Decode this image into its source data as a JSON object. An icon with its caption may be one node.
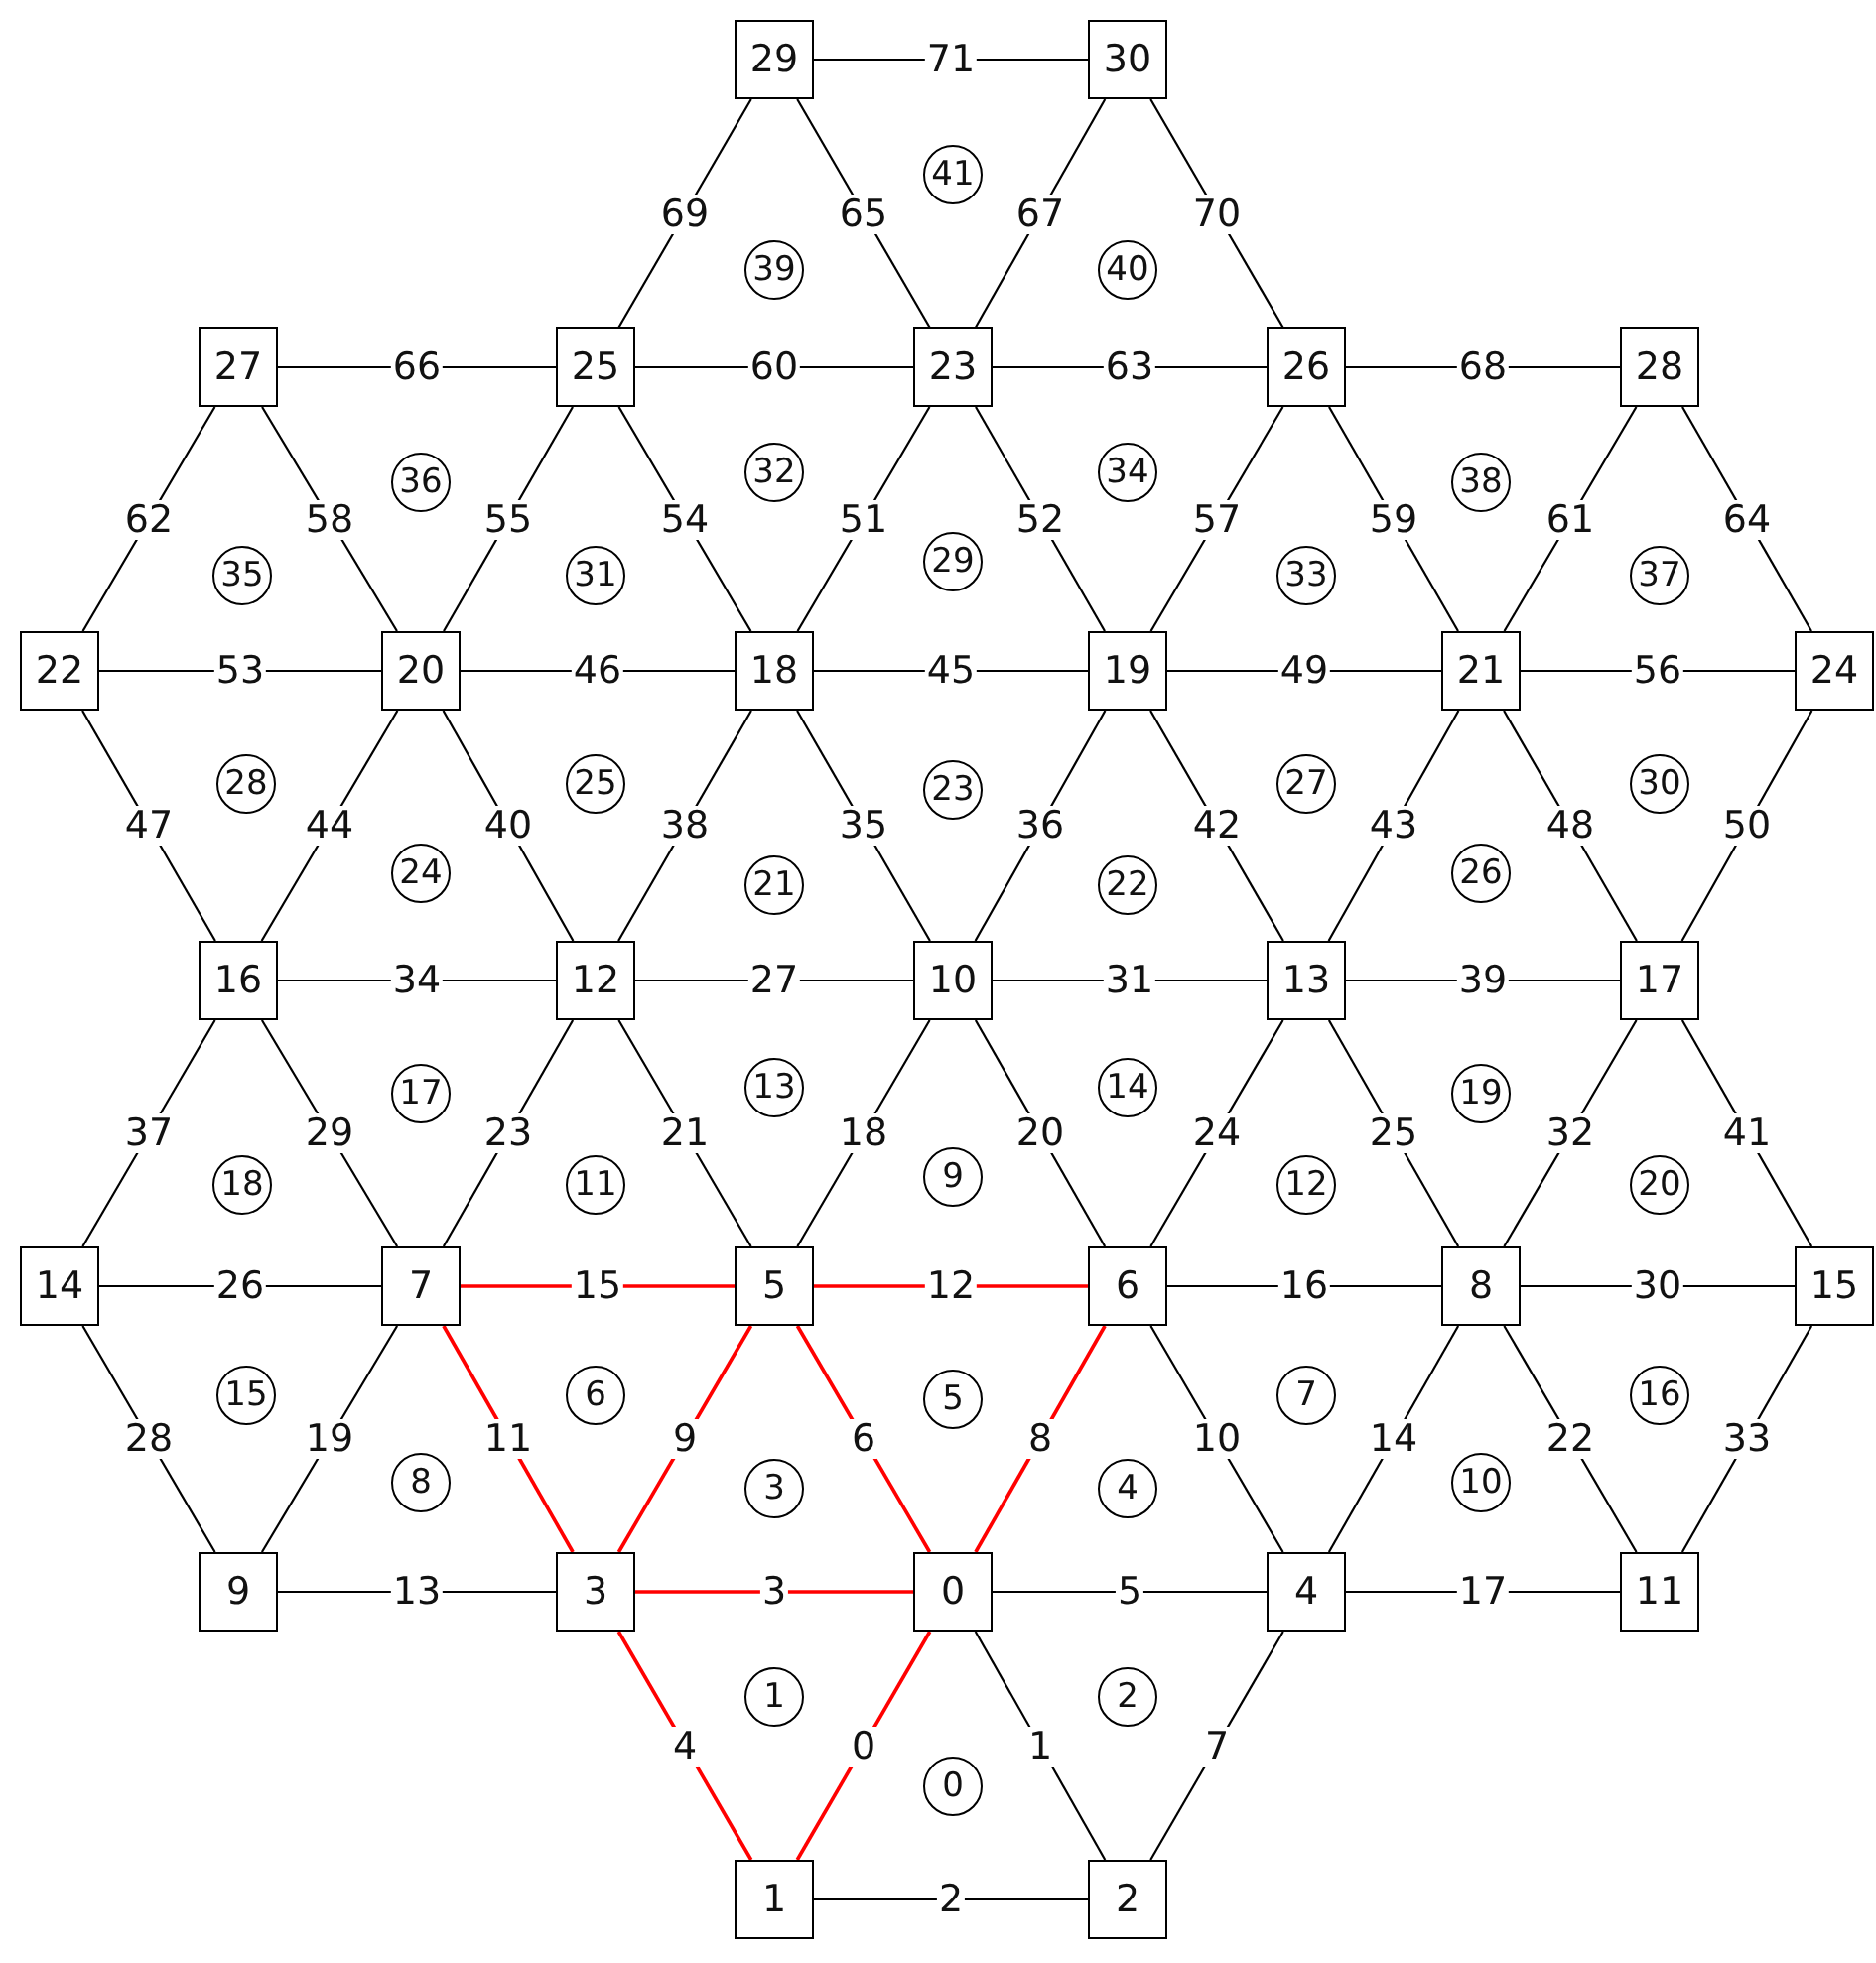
{
  "diagram": {
    "nodes": [
      {
        "text": [
          "0"
        ]
      },
      {
        "text": [
          "1"
        ]
      },
      {
        "text": [
          "2"
        ]
      },
      {
        "text": [
          "3"
        ]
      },
      {
        "text": [
          "4"
        ]
      },
      {
        "text": [
          "5"
        ]
      },
      {
        "text": [
          "6"
        ]
      },
      {
        "text": [
          "7"
        ]
      },
      {
        "text": [
          "8"
        ]
      },
      {
        "text": [
          "9"
        ]
      },
      {
        "text": [
          "10"
        ]
      },
      {
        "text": [
          "11"
        ]
      },
      {
        "text": [
          "12"
        ]
      },
      {
        "text": [
          "13"
        ]
      },
      {
        "text": [
          "14"
        ]
      },
      {
        "text": [
          "15"
        ]
      },
      {
        "text": [
          "16"
        ]
      },
      {
        "text": [
          "17"
        ]
      },
      {
        "text": [
          "18"
        ]
      },
      {
        "text": [
          "19"
        ]
      },
      {
        "text": [
          "20"
        ]
      },
      {
        "text": [
          "21"
        ]
      },
      {
        "text": [
          "22"
        ]
      },
      {
        "text": [
          "23"
        ]
      },
      {
        "text": [
          "24"
        ]
      },
      {
        "text": [
          "25"
        ]
      },
      {
        "text": [
          "26"
        ]
      },
      {
        "text": [
          "27"
        ]
      },
      {
        "text": [
          "28"
        ]
      },
      {
        "text": [
          "29"
        ]
      },
      {
        "text": [
          "30"
        ]
      },
      {
        "text": [
          "0"
        ]
      },
      {
        "text": [
          "1"
        ]
      },
      {
        "text": [
          "2"
        ]
      },
      {
        "text": [
          "3"
        ]
      },
      {
        "text": [
          "4"
        ]
      },
      {
        "text": [
          "5"
        ]
      },
      {
        "text": [
          "6"
        ]
      },
      {
        "text": [
          "7"
        ]
      },
      {
        "text": [
          "8"
        ]
      },
      {
        "text": [
          "9"
        ]
      },
      {
        "text": [
          "10"
        ]
      },
      {
        "text": [
          "11"
        ]
      },
      {
        "text": [
          "12"
        ]
      },
      {
        "text": [
          "13"
        ]
      },
      {
        "text": [
          "14"
        ]
      },
      {
        "text": [
          "15"
        ]
      },
      {
        "text": [
          "16"
        ]
      },
      {
        "text": [
          "17"
        ]
      },
      {
        "text": [
          "18"
        ]
      },
      {
        "text": [
          "19"
        ]
      },
      {
        "text": [
          "20"
        ]
      },
      {
        "text": [
          "21"
        ]
      },
      {
        "text": [
          "22"
        ]
      },
      {
        "text": [
          "23"
        ]
      },
      {
        "text": [
          "24"
        ]
      },
      {
        "text": [
          "25"
        ]
      },
      {
        "text": [
          "26"
        ]
      },
      {
        "text": [
          "27"
        ]
      },
      {
        "text": [
          "28"
        ]
      },
      {
        "text": [
          "29"
        ]
      },
      {
        "text": [
          "30"
        ]
      },
      {
        "text": [
          "31"
        ]
      },
      {
        "text": [
          "32"
        ]
      },
      {
        "text": [
          "33"
        ]
      },
      {
        "text": [
          "34"
        ]
      },
      {
        "text": [
          "35"
        ]
      },
      {
        "text": [
          "36"
        ]
      },
      {
        "text": [
          "37"
        ]
      },
      {
        "text": [
          "38"
        ]
      },
      {
        "text": [
          "39"
        ]
      },
      {
        "text": [
          "40"
        ]
      },
      {
        "text": [
          "41"
        ]
      }
    ],
    "edges": [
      {
        "from": 1,
        "to": 0,
        "arrow": "none",
        "label": "0",
        "color": "#ff0000"
      },
      {
        "from": 0,
        "to": 2,
        "arrow": "none",
        "label": "1"
      },
      {
        "from": 1,
        "to": 2,
        "arrow": "none",
        "label": "2"
      },
      {
        "from": 3,
        "to": 0,
        "arrow": "none",
        "label": "3",
        "color": "#ff0000"
      },
      {
        "from": 3,
        "to": 1,
        "arrow": "none",
        "label": "4",
        "color": "#ff0000"
      },
      {
        "from": 0,
        "to": 4,
        "arrow": "none",
        "label": "5"
      },
      {
        "from": 5,
        "to": 0,
        "arrow": "none",
        "label": "6",
        "color": "#ff0000"
      },
      {
        "from": 4,
        "to": 2,
        "arrow": "none",
        "label": "7"
      },
      {
        "from": 6,
        "to": 0,
        "arrow": "none",
        "label": "8",
        "color": "#ff0000"
      },
      {
        "from": 5,
        "to": 3,
        "arrow": "none",
        "label": "9",
        "color": "#ff0000"
      },
      {
        "from": 6,
        "to": 4,
        "arrow": "none",
        "label": "10"
      },
      {
        "from": 7,
        "to": 3,
        "arrow": "none",
        "label": "11",
        "color": "#ff0000"
      },
      {
        "from": 5,
        "to": 6,
        "arrow": "none",
        "label": "12",
        "color": "#ff0000"
      },
      {
        "from": 9,
        "to": 3,
        "arrow": "none",
        "label": "13"
      },
      {
        "from": 8,
        "to": 4,
        "arrow": "none",
        "label": "14"
      },
      {
        "from": 7,
        "to": 5,
        "arrow": "none",
        "label": "15",
        "color": "#ff0000"
      },
      {
        "from": 6,
        "to": 8,
        "arrow": "none",
        "label": "16"
      },
      {
        "from": 4,
        "to": 11,
        "arrow": "none",
        "label": "17"
      },
      {
        "from": 10,
        "to": 5,
        "arrow": "none",
        "label": "18"
      },
      {
        "from": 7,
        "to": 9,
        "arrow": "none",
        "label": "19"
      },
      {
        "from": 10,
        "to": 6,
        "arrow": "none",
        "label": "20"
      },
      {
        "from": 12,
        "to": 5,
        "arrow": "none",
        "label": "21"
      },
      {
        "from": 8,
        "to": 11,
        "arrow": "none",
        "label": "22"
      },
      {
        "from": 12,
        "to": 7,
        "arrow": "none",
        "label": "23"
      },
      {
        "from": 13,
        "to": 6,
        "arrow": "none",
        "label": "24"
      },
      {
        "from": 13,
        "to": 8,
        "arrow": "none",
        "label": "25"
      },
      {
        "from": 14,
        "to": 7,
        "arrow": "none",
        "label": "26"
      },
      {
        "from": 12,
        "to": 10,
        "arrow": "none",
        "label": "27"
      },
      {
        "from": 14,
        "to": 9,
        "arrow": "none",
        "label": "28"
      },
      {
        "from": 16,
        "to": 7,
        "arrow": "none",
        "label": "29"
      },
      {
        "from": 8,
        "to": 15,
        "arrow": "none",
        "label": "30"
      },
      {
        "from": 10,
        "to": 13,
        "arrow": "none",
        "label": "31"
      },
      {
        "from": 17,
        "to": 8,
        "arrow": "none",
        "label": "32"
      },
      {
        "from": 15,
        "to": 11,
        "arrow": "none",
        "label": "33"
      },
      {
        "from": 16,
        "to": 12,
        "arrow": "none",
        "label": "34"
      },
      {
        "from": 18,
        "to": 10,
        "arrow": "none",
        "label": "35"
      },
      {
        "from": 19,
        "to": 10,
        "arrow": "none",
        "label": "36"
      },
      {
        "from": 16,
        "to": 14,
        "arrow": "none",
        "label": "37"
      },
      {
        "from": 18,
        "to": 12,
        "arrow": "none",
        "label": "38"
      },
      {
        "from": 13,
        "to": 17,
        "arrow": "none",
        "label": "39"
      },
      {
        "from": 20,
        "to": 12,
        "arrow": "none",
        "label": "40"
      },
      {
        "from": 17,
        "to": 15,
        "arrow": "none",
        "label": "41"
      },
      {
        "from": 19,
        "to": 13,
        "arrow": "none",
        "label": "42"
      },
      {
        "from": 21,
        "to": 13,
        "arrow": "none",
        "label": "43"
      },
      {
        "from": 20,
        "to": 16,
        "arrow": "none",
        "label": "44"
      },
      {
        "from": 18,
        "to": 19,
        "arrow": "none",
        "label": "45"
      },
      {
        "from": 20,
        "to": 18,
        "arrow": "none",
        "label": "46"
      },
      {
        "from": 22,
        "to": 16,
        "arrow": "none",
        "label": "47"
      },
      {
        "from": 21,
        "to": 17,
        "arrow": "none",
        "label": "48"
      },
      {
        "from": 19,
        "to": 21,
        "arrow": "none",
        "label": "49"
      },
      {
        "from": 24,
        "to": 17,
        "arrow": "none",
        "label": "50"
      },
      {
        "from": 23,
        "to": 18,
        "arrow": "none",
        "label": "51"
      },
      {
        "from": 23,
        "to": 19,
        "arrow": "none",
        "label": "52"
      },
      {
        "from": 22,
        "to": 20,
        "arrow": "none",
        "label": "53"
      },
      {
        "from": 25,
        "to": 18,
        "arrow": "none",
        "label": "54"
      },
      {
        "from": 25,
        "to": 20,
        "arrow": "none",
        "label": "55"
      },
      {
        "from": 21,
        "to": 24,
        "arrow": "none",
        "label": "56"
      },
      {
        "from": 26,
        "to": 19,
        "arrow": "none",
        "label": "57"
      },
      {
        "from": 27,
        "to": 20,
        "arrow": "none",
        "label": "58"
      },
      {
        "from": 26,
        "to": 21,
        "arrow": "none",
        "label": "59"
      },
      {
        "from": 25,
        "to": 23,
        "arrow": "none",
        "label": "60"
      },
      {
        "from": 28,
        "to": 21,
        "arrow": "none",
        "label": "61"
      },
      {
        "from": 27,
        "to": 22,
        "arrow": "none",
        "label": "62"
      },
      {
        "from": 23,
        "to": 26,
        "arrow": "none",
        "label": "63"
      },
      {
        "from": 28,
        "to": 24,
        "arrow": "none",
        "label": "64"
      },
      {
        "from": 29,
        "to": 23,
        "arrow": "none",
        "label": "65"
      },
      {
        "from": 27,
        "to": 25,
        "arrow": "none",
        "label": "66"
      },
      {
        "from": 30,
        "to": 23,
        "arrow": "none",
        "label": "67"
      },
      {
        "from": 26,
        "to": 28,
        "arrow": "none",
        "label": "68"
      },
      {
        "from": 29,
        "to": 25,
        "arrow": "none",
        "label": "69"
      },
      {
        "from": 30,
        "to": 26,
        "arrow": "none",
        "label": "70"
      },
      {
        "from": 29,
        "to": 30,
        "arrow": "none",
        "label": "71"
      }
    ]
  }
}
